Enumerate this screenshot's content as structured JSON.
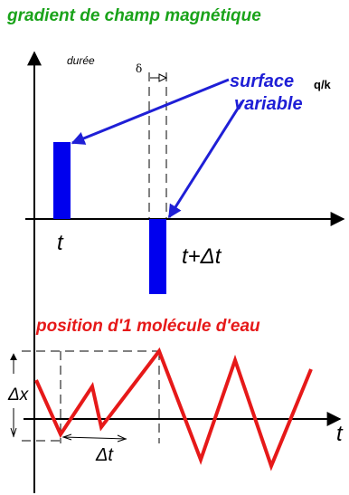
{
  "title": "gradient de champ magnétique",
  "duree_label": "durée",
  "delta_label": "δ",
  "surface_label": "surface",
  "qk_label": "q/k",
  "variable_label": "variable",
  "t_label": "t",
  "t_dt_label": "t+Δt",
  "position_title": "position d'1 molécule d'eau",
  "dx_label": "Δx",
  "dt_label": "Δt",
  "t_right_label": "t",
  "colors": {
    "title": "#1aa31a",
    "pulse": "#0000ee",
    "annotation": "#1f1fd6",
    "trajectory": "#e61919",
    "axis": "#000000"
  }
}
